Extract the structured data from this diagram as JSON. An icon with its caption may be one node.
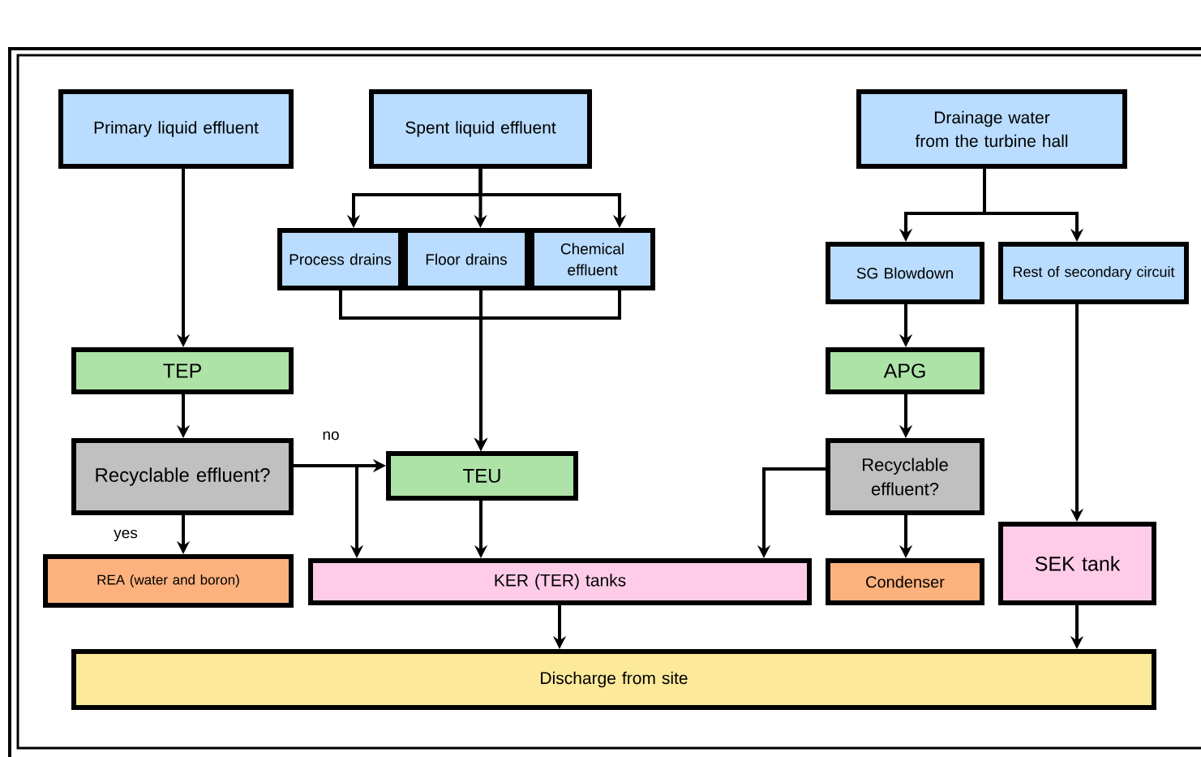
{
  "diagram": {
    "nodes": [
      {
        "text": [
          "Primary liquid effluent"
        ]
      },
      {
        "text": [
          "Spent liquid effluent"
        ]
      },
      {
        "text": [
          "Drainage water from the turbine hall"
        ]
      },
      {
        "text": [
          "Process drains"
        ]
      },
      {
        "text": [
          "Floor drains"
        ]
      },
      {
        "text": [
          "Chemical effluent"
        ]
      },
      {
        "text": [
          "SG Blowdown"
        ]
      },
      {
        "text": [
          "Rest of secondary circuit"
        ]
      },
      {
        "text": [
          "TEP"
        ]
      },
      {
        "text": [
          "APG"
        ]
      },
      {
        "text": [
          "Recyclable effluent?"
        ]
      },
      {
        "text": [
          "TEU"
        ]
      },
      {
        "text": [
          "Recyclable effluent?"
        ]
      },
      {
        "text": [
          "REA (water and boron)"
        ]
      },
      {
        "text": [
          "KER (TER) tanks"
        ]
      },
      {
        "text": [
          "Condenser"
        ]
      },
      {
        "text": [
          "SEK tank"
        ]
      },
      {
        "text": [
          "Discharge from site"
        ]
      }
    ],
    "edges": [
      {
        "from": 0,
        "to": 8,
        "arrow": "to"
      },
      {
        "from": 1,
        "to": 3,
        "arrow": "to"
      },
      {
        "from": 1,
        "to": 4,
        "arrow": "to"
      },
      {
        "from": 1,
        "to": 5,
        "arrow": "to"
      },
      {
        "from": 3,
        "to": 11,
        "arrow": "to"
      },
      {
        "from": 4,
        "to": 11,
        "arrow": "to"
      },
      {
        "from": 5,
        "to": 11,
        "arrow": "to"
      },
      {
        "from": 2,
        "to": 6,
        "arrow": "to"
      },
      {
        "from": 2,
        "to": 7,
        "arrow": "to"
      },
      {
        "from": 8,
        "to": 10,
        "arrow": "to"
      },
      {
        "from": 10,
        "to": 13,
        "arrow": "to",
        "label": "yes"
      },
      {
        "from": 10,
        "to": 11,
        "arrow": "to",
        "label": "no"
      },
      {
        "from": 10,
        "to": 14,
        "arrow": "to"
      },
      {
        "from": 11,
        "to": 14,
        "arrow": "to"
      },
      {
        "from": 6,
        "to": 9,
        "arrow": "to"
      },
      {
        "from": 9,
        "to": 12,
        "arrow": "to"
      },
      {
        "from": 12,
        "to": 15,
        "arrow": "to"
      },
      {
        "from": 12,
        "to": 14,
        "arrow": "to"
      },
      {
        "from": 7,
        "to": 16,
        "arrow": "to"
      },
      {
        "from": 14,
        "to": 17,
        "arrow": "to"
      },
      {
        "from": 16,
        "to": 17,
        "arrow": "to"
      }
    ]
  }
}
